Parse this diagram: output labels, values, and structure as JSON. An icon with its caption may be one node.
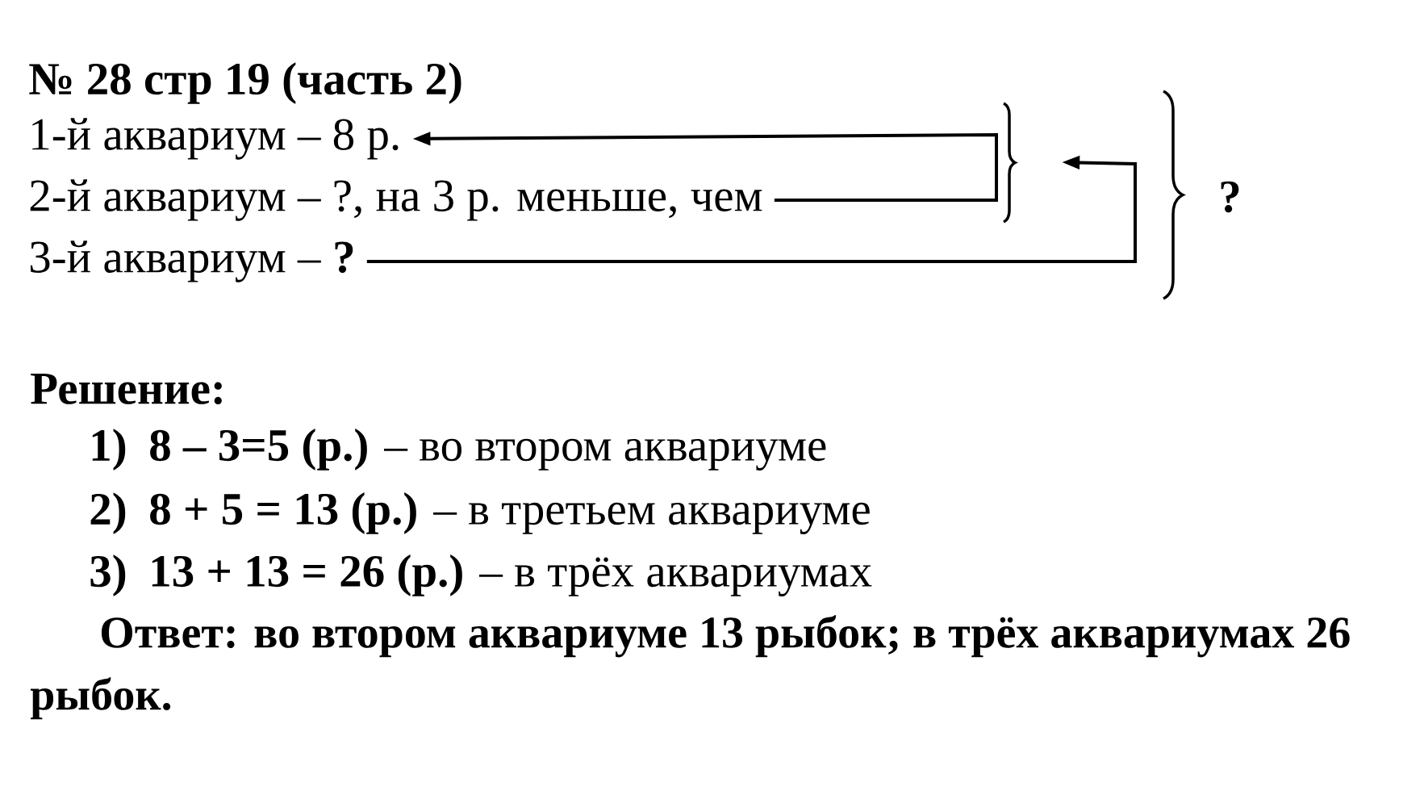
{
  "diagram": {
    "title": "№ 28 стр 19 (часть 2)",
    "nodes": [
      {
        "text": [
          "1-й аквариум – 8 р."
        ]
      },
      {
        "text": [
          "2-й аквариум – ?, на 3 р. меньше, чем"
        ]
      },
      {
        "text": [
          "3-й аквариум  – **?**"
        ]
      },
      {
        "text": [],
        "shape": "brace"
      }
    ],
    "edges": [
      {
        "from": 1,
        "to": 0,
        "arrow": "to"
      },
      {
        "from": 2,
        "to": 3,
        "arrow": "to"
      }
    ],
    "labels": [
      "?",
      "Решение:",
      "1)",
      "**8 – 3=5 (р.)** – во втором аквариуме",
      "2)",
      "**8 + 5 = 13 (р.)** – в третьем аквариуме",
      "3)",
      "**13 + 13 = 26 (р.)** – в трёх аквариумах",
      "Ответ: во втором аквариуме 13 рыбок; в трёх аквариумах 26 рыбок."
    ]
  }
}
